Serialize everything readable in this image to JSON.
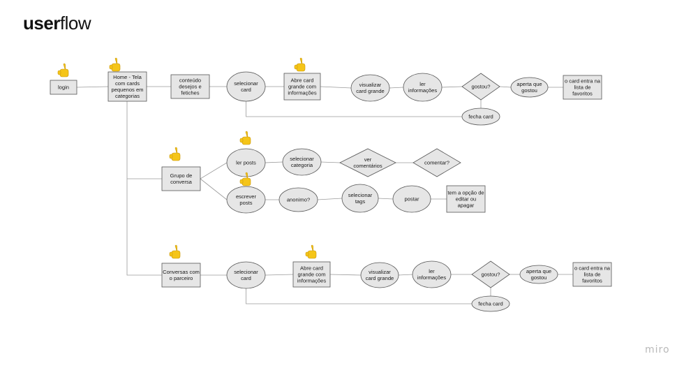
{
  "title": {
    "bold": "user",
    "light": "flow"
  },
  "brand": "miro",
  "nodes": {
    "login": "login",
    "home": "Home - Tela\ncom cards\npequenos em\ncategorias",
    "conteudo": "conteúdo\ndesejos e\nfetiches",
    "sel_card_1": "selecionar\ncard",
    "abre_card_1": "Abre card\ngrande com\ninformações",
    "vis_card_1": "visualizar\ncard grande",
    "ler_info_1": "ler\ninformações",
    "gostou_1": "gostou?",
    "aperta_1": "aperta que\ngostou",
    "fav_1": "o card entra na\nlista de\nfavoritos",
    "fecha_1": "fecha card",
    "grupo": "Grupo de\nconversa",
    "ler_posts": "ler posts",
    "sel_categoria": "selecionar\ncategoria",
    "ver_coment": "ver\ncomentários",
    "comentar": "comentar?",
    "escrever": "escrever\nposts",
    "anonimo": "anonimo?",
    "sel_tags": "selecionar\ntags",
    "postar": "postar",
    "opcao": "tem a opção de\neditar ou\napagar",
    "conversas": "Conversas com\no parceiro",
    "sel_card_2": "selecionar\ncard",
    "abre_card_2": "Abre card\ngrande com\ninformações",
    "vis_card_2": "visualizar\ncard grande",
    "ler_info_2": "ler\ninformações",
    "gostou_2": "gostou?",
    "aperta_2": "aperta que\ngostou",
    "fav_2": "o card entra na\nlista de\nfavoritos",
    "fecha_2": "fecha card"
  },
  "icons": {
    "pointer": "pointing-hand-icon",
    "pointer_color": "#f5c518"
  },
  "colors": {
    "node_fill": "#e6e6e6",
    "edge": "#9a9a9a"
  }
}
